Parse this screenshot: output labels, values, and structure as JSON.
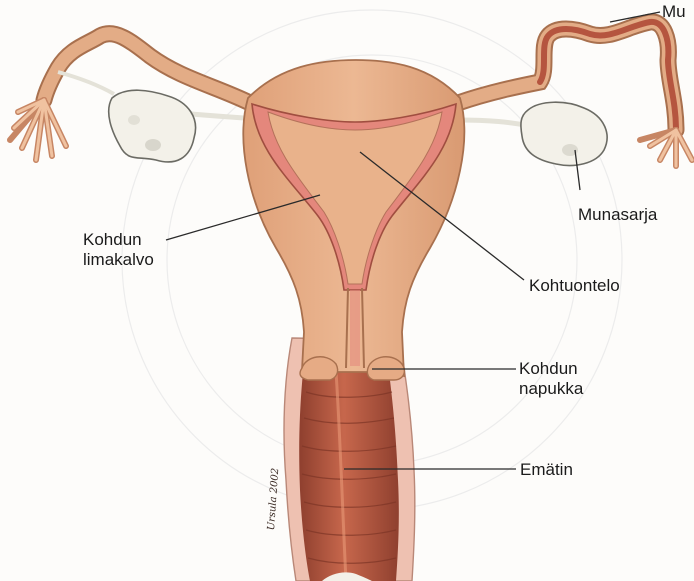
{
  "diagram": {
    "labels": {
      "munanjohdin_cut": "Mu",
      "munasarja": "Munasarja",
      "kohdun_limakalvo_line1": "Kohdun",
      "kohdun_limakalvo_line2": "limakalvo",
      "kohtuontelo": "Kohtuontelo",
      "kohdun_napukka_line1": "Kohdun",
      "kohdun_napukka_line2": "napukka",
      "ematin": "Emätin"
    },
    "artist_signature": "Ursula 2002",
    "colors": {
      "tissue": "#e8ad83",
      "tissue_outline": "#a8704e",
      "lining": "#e4877c",
      "vagina_wall": "#b5553f",
      "tube_outer": "#d9a07a",
      "ovary": "#f3f1e9",
      "leader_line": "#2a2a2a"
    }
  }
}
